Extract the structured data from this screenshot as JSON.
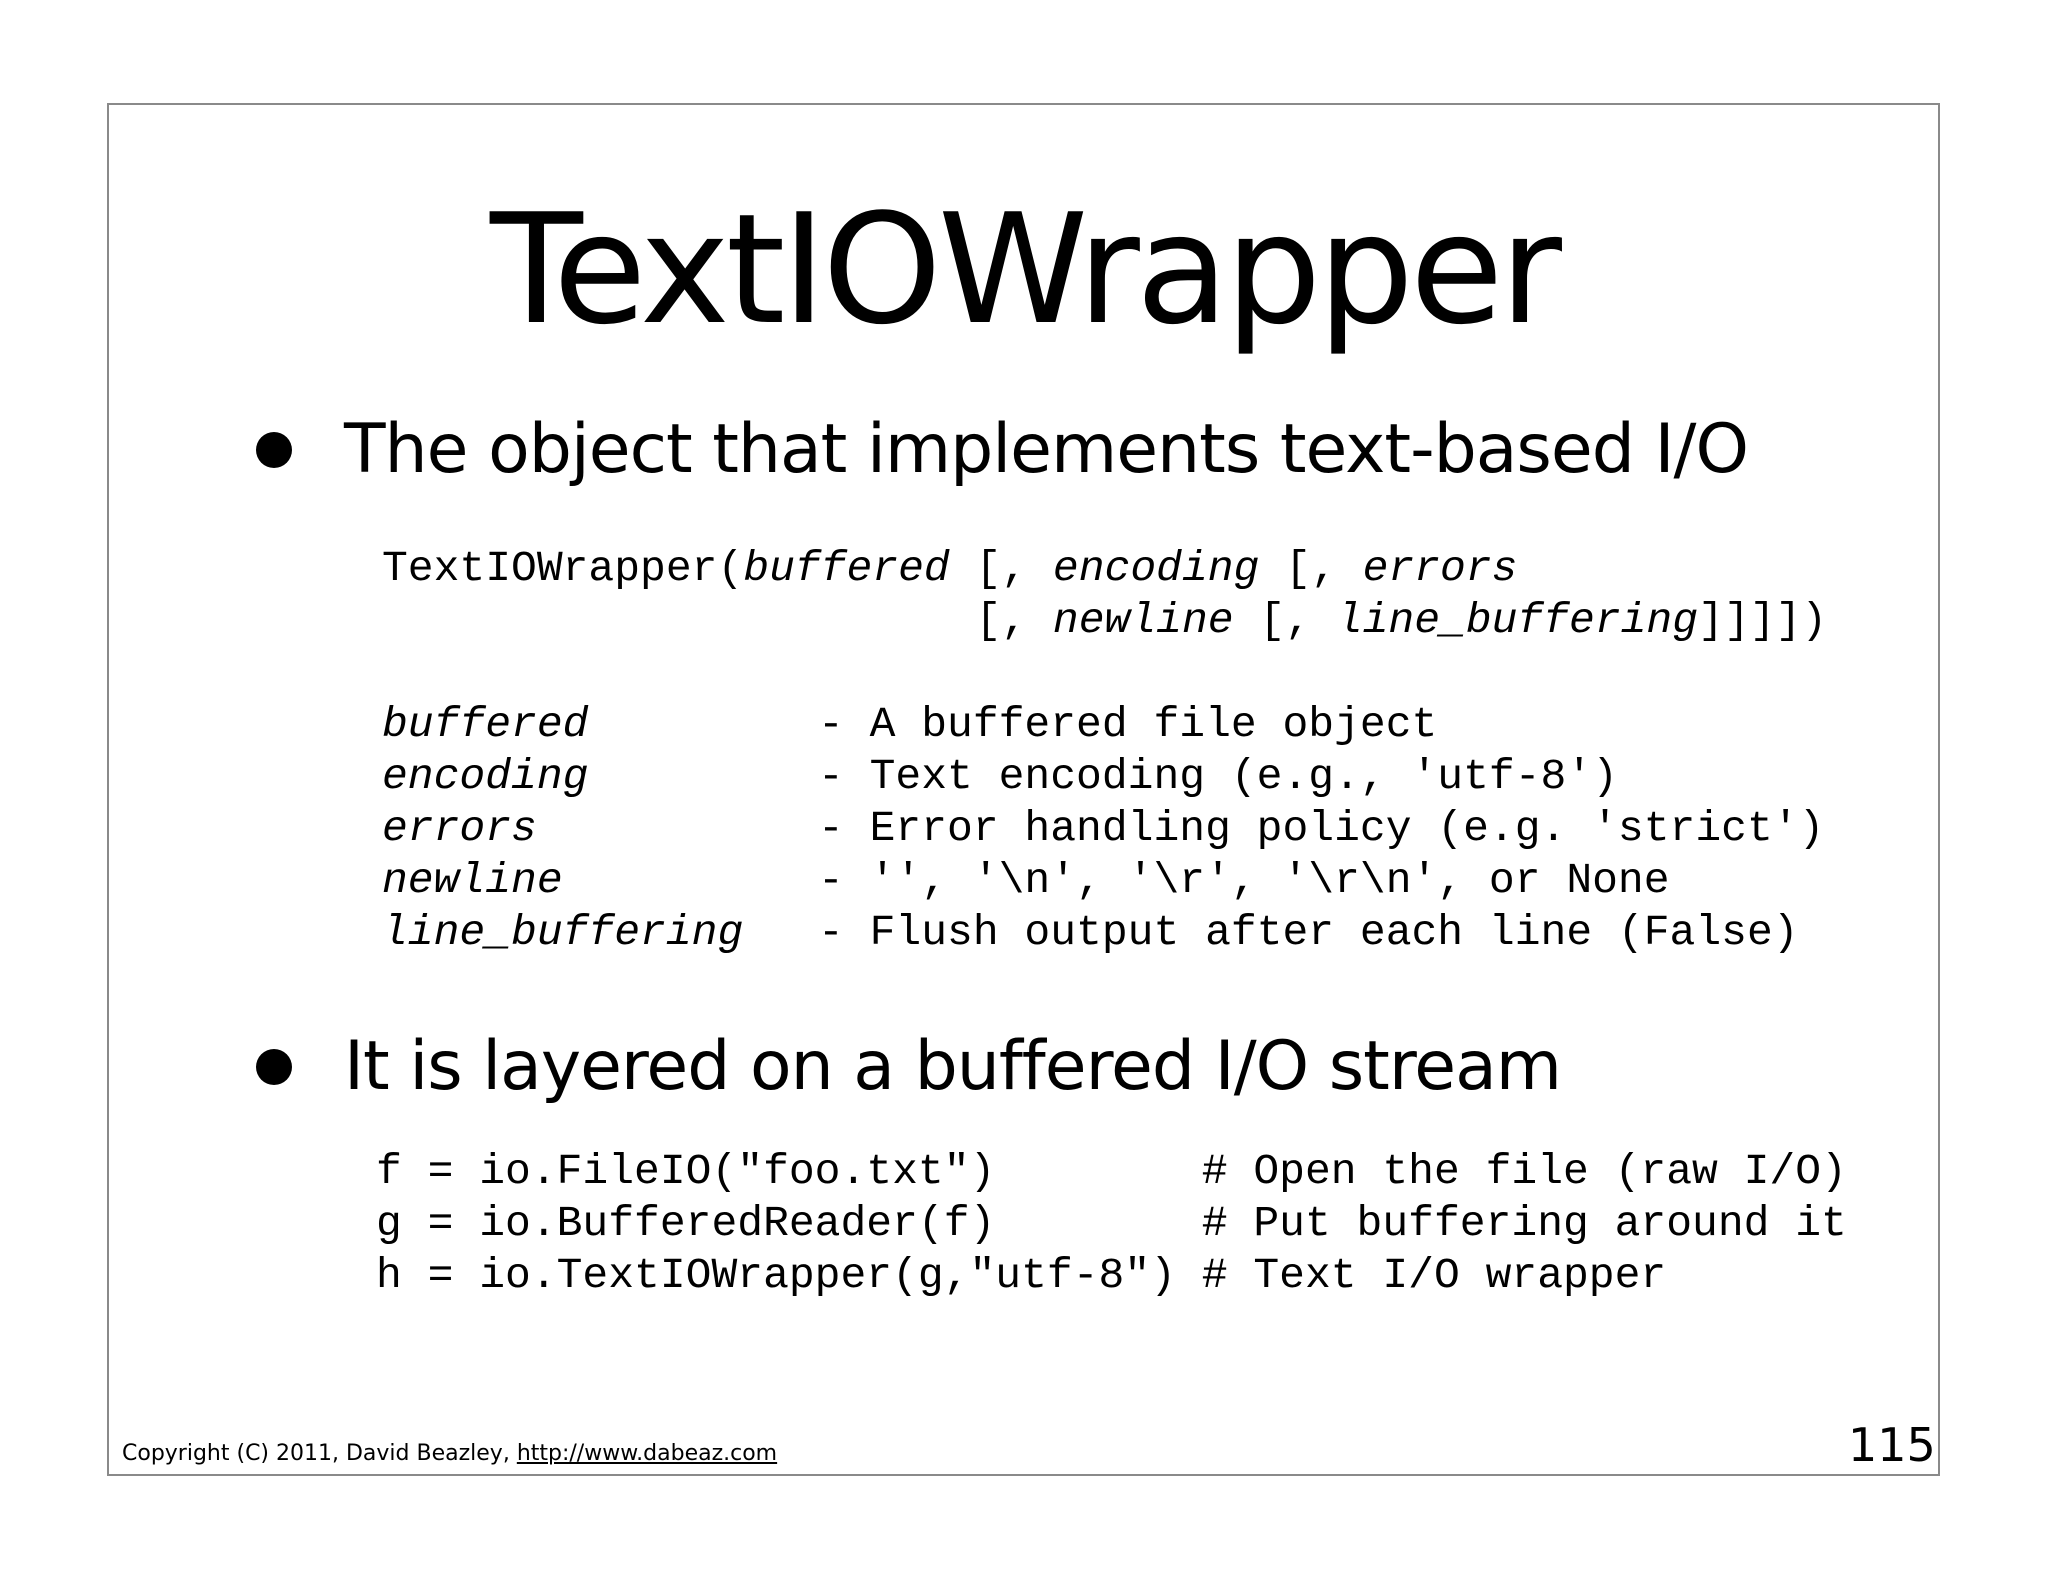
{
  "slide": {
    "title": "TextIOWrapper",
    "bullets": [
      "The object that implements text-based I/O",
      "It is layered on a buffered I/O stream"
    ],
    "signature": {
      "prefix": "TextIOWrapper(",
      "p1": "buffered",
      "s1": " [, ",
      "p2": "encoding",
      "s2": " [, ",
      "p3": "errors",
      "indent2": "                       [, ",
      "p4": "newline",
      "s4": " [, ",
      "p5": "line_buffering",
      "suffix": "]]]])"
    },
    "params": [
      {
        "name": "buffered",
        "desc": "- A buffered file object"
      },
      {
        "name": "encoding",
        "desc": "- Text encoding (e.g., 'utf-8')"
      },
      {
        "name": "errors",
        "desc": "- Error handling policy (e.g. 'strict')"
      },
      {
        "name": "newline",
        "desc": "- '', '\\n', '\\r', '\\r\\n', or None"
      },
      {
        "name": "line_buffering",
        "desc": "- Flush output after each line (False)"
      }
    ],
    "code": [
      {
        "stmt": "f = io.FileIO(\"foo.txt\")        ",
        "comment": "# Open the file (raw I/O)"
      },
      {
        "stmt": "g = io.BufferedReader(f)        ",
        "comment": "# Put buffering around it"
      },
      {
        "stmt": "h = io.TextIOWrapper(g,\"utf-8\") ",
        "comment": "# Text I/O wrapper"
      }
    ]
  },
  "footer": {
    "copyright": "Copyright (C) 2011,  David Beazley, ",
    "link": "http://www.dabeaz.com"
  },
  "page_number": "115"
}
